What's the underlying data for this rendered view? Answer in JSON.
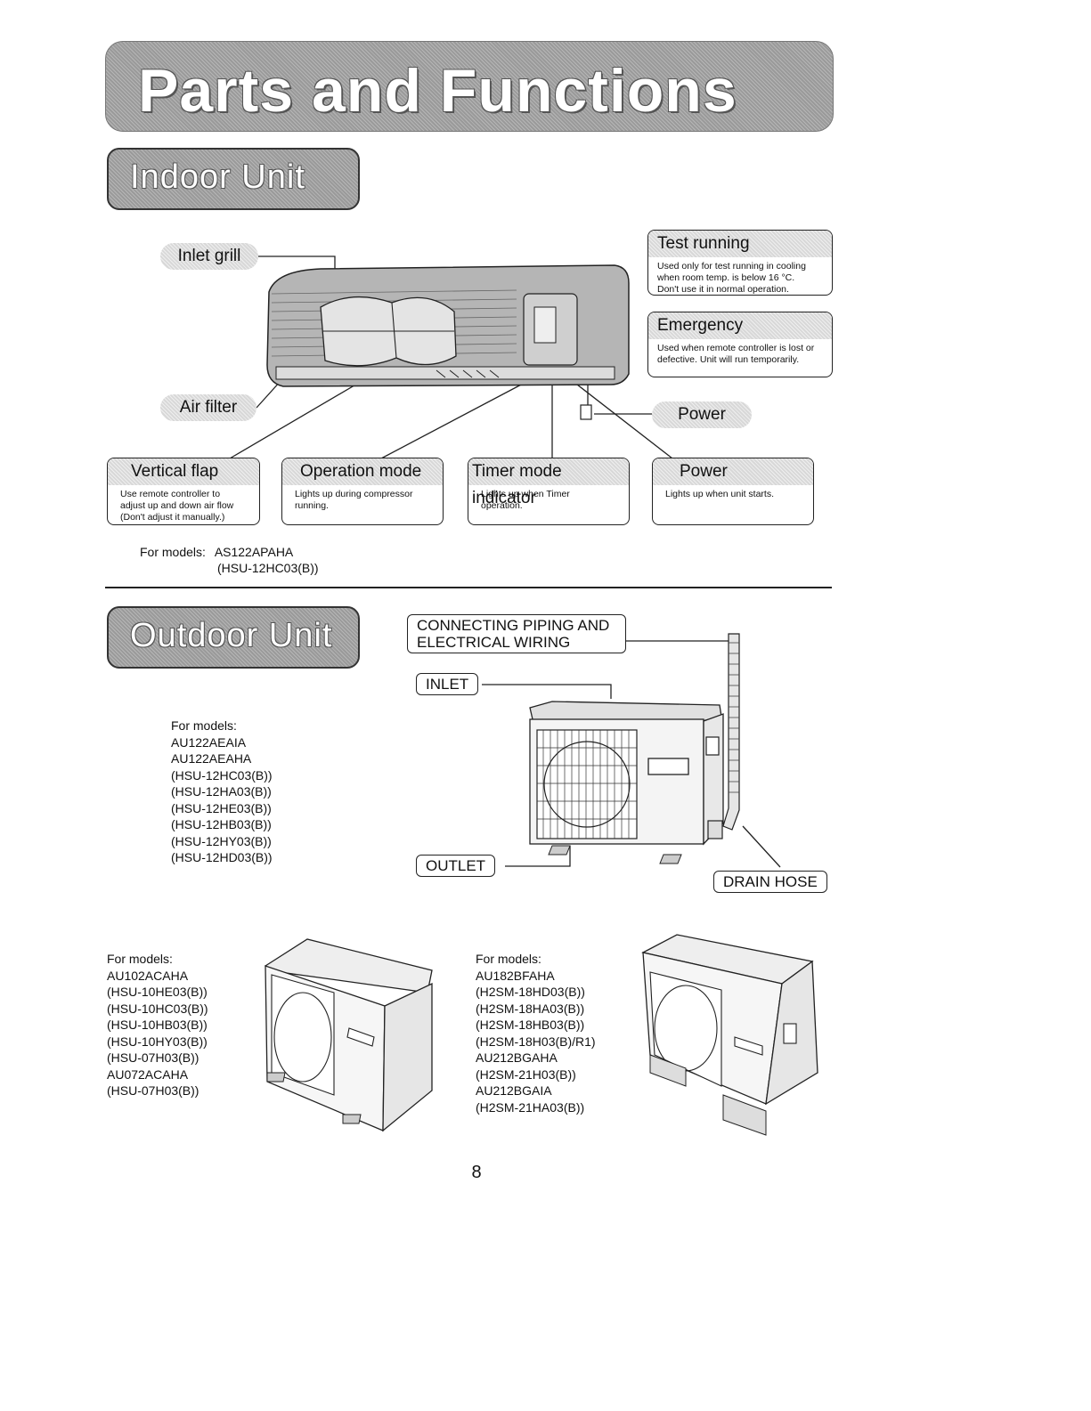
{
  "title": "Parts and Functions",
  "indoor": {
    "section_title": "Indoor Unit",
    "labels": {
      "inlet_grill": "Inlet grill",
      "air_filter": "Air filter",
      "power": "Power"
    },
    "test_running": {
      "head": "Test running",
      "body": [
        "Used only for test running in cooling",
        "when room temp. is below 16 °C.",
        "Don't use it in normal operation."
      ]
    },
    "emergency": {
      "head": "Emergency",
      "body": [
        "Used when remote controller is lost or",
        "defective. Unit will run temporarily."
      ]
    },
    "vertical_flap": {
      "head": "Vertical  flap",
      "body": [
        "Use remote controller to",
        "adjust up and down air flow",
        "(Don't adjust it manually.)"
      ]
    },
    "operation_mode": {
      "head": "Operation mode",
      "body": [
        "Lights up during compressor",
        "running."
      ]
    },
    "timer_mode": {
      "head": "Timer mode indicator",
      "body": [
        "Lights up when Timer",
        "operation."
      ]
    },
    "power_indicator": {
      "head": "Power",
      "body": [
        "Lights up when unit starts."
      ]
    },
    "models_label": "For models:",
    "models": [
      "AS122APAHA",
      "(HSU-12HC03(B))"
    ]
  },
  "outdoor": {
    "section_title": "Outdoor Unit",
    "labels": {
      "connecting_1": "CONNECTING PIPING AND",
      "connecting_2": "ELECTRICAL WIRING",
      "inlet": "INLET",
      "outlet": "OUTLET",
      "drain_hose": "DRAIN HOSE"
    },
    "models_main_label": "For models:",
    "models_main": [
      "AU122AEAIA",
      "AU122AEAHA",
      "(HSU-12HC03(B))",
      "(HSU-12HA03(B))",
      "(HSU-12HE03(B))",
      "(HSU-12HB03(B))",
      "(HSU-12HY03(B))",
      "(HSU-12HD03(B))"
    ],
    "models_left_label": "For models:",
    "models_left": [
      "AU102ACAHA",
      "(HSU-10HE03(B))",
      "(HSU-10HC03(B))",
      "(HSU-10HB03(B))",
      "(HSU-10HY03(B))",
      "(HSU-07H03(B))",
      "AU072ACAHA",
      "(HSU-07H03(B))"
    ],
    "models_right_label": "For models:",
    "models_right": [
      "AU182BFAHA",
      "(H2SM-18HD03(B))",
      "(H2SM-18HA03(B))",
      "(H2SM-18HB03(B))",
      "(H2SM-18H03(B)/R1)",
      "AU212BGAHA",
      "(H2SM-21H03(B))",
      "AU212BGAIA",
      "(H2SM-21HA03(B))"
    ]
  },
  "page_number": "8"
}
